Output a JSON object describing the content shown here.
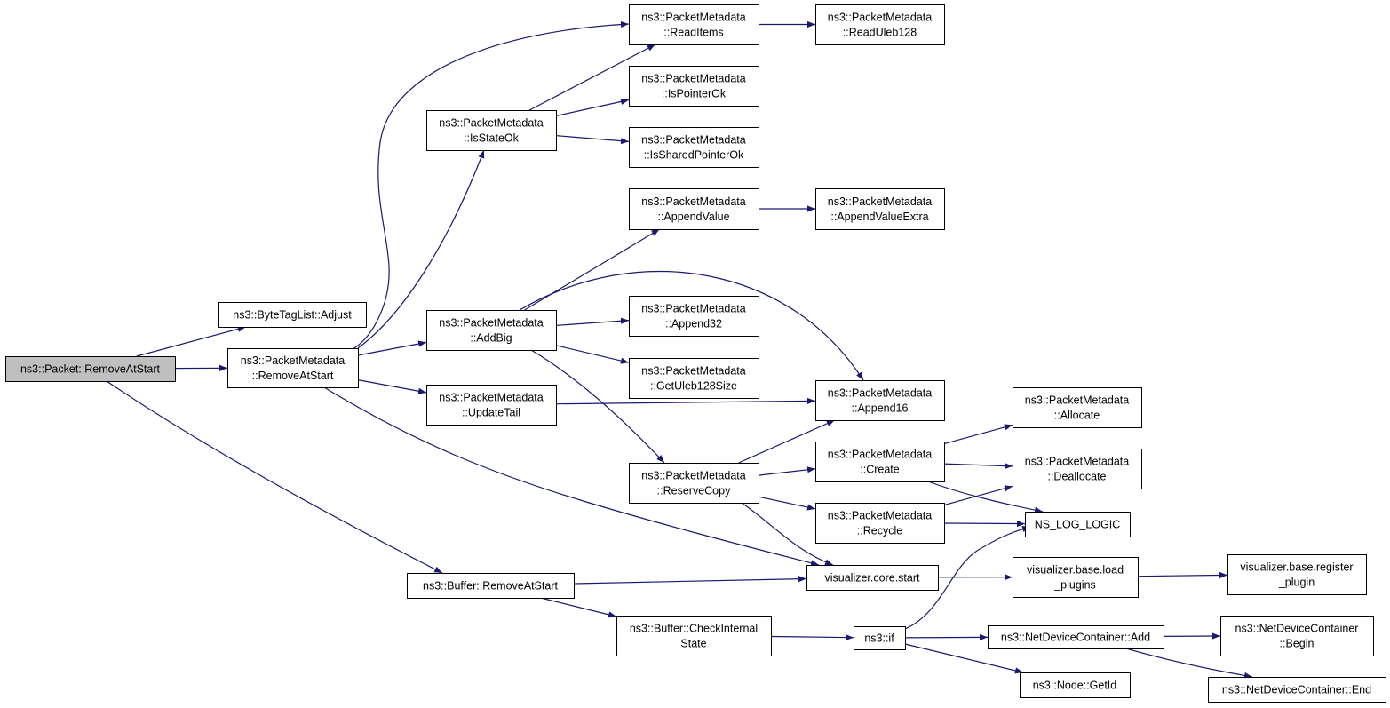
{
  "colors": {
    "edge": "#191970",
    "node_border": "#000000",
    "root_fill": "#bfbfbf",
    "node_fill": "#ffffff"
  },
  "nodes": {
    "removeAtStart": {
      "lines": [
        "ns3::Packet::RemoveAtStart"
      ],
      "root": true
    },
    "byteTagAdjust": {
      "lines": [
        "ns3::ByteTagList::Adjust"
      ]
    },
    "pmRemoveAtStart": {
      "lines": [
        "ns3::PacketMetadata",
        "::RemoveAtStart"
      ]
    },
    "bufRemoveAtStart": {
      "lines": [
        "ns3::Buffer::RemoveAtStart"
      ]
    },
    "isStateOk": {
      "lines": [
        "ns3::PacketMetadata",
        "::IsStateOk"
      ]
    },
    "addBig": {
      "lines": [
        "ns3::PacketMetadata",
        "::AddBig"
      ]
    },
    "updateTail": {
      "lines": [
        "ns3::PacketMetadata",
        "::UpdateTail"
      ]
    },
    "readItems": {
      "lines": [
        "ns3::PacketMetadata",
        "::ReadItems"
      ]
    },
    "isPointerOk": {
      "lines": [
        "ns3::PacketMetadata",
        "::IsPointerOk"
      ]
    },
    "isSharedPointerOk": {
      "lines": [
        "ns3::PacketMetadata",
        "::IsSharedPointerOk"
      ]
    },
    "appendValue": {
      "lines": [
        "ns3::PacketMetadata",
        "::AppendValue"
      ]
    },
    "append32": {
      "lines": [
        "ns3::PacketMetadata",
        "::Append32"
      ]
    },
    "getUleb128Size": {
      "lines": [
        "ns3::PacketMetadata",
        "::GetUleb128Size"
      ]
    },
    "reserveCopy": {
      "lines": [
        "ns3::PacketMetadata",
        "::ReserveCopy"
      ]
    },
    "checkInternalState": {
      "lines": [
        "ns3::Buffer::CheckInternal",
        "State"
      ]
    },
    "readUleb128": {
      "lines": [
        "ns3::PacketMetadata",
        "::ReadUleb128"
      ]
    },
    "appendValueExtra": {
      "lines": [
        "ns3::PacketMetadata",
        "::AppendValueExtra"
      ]
    },
    "append16": {
      "lines": [
        "ns3::PacketMetadata",
        "::Append16"
      ]
    },
    "create": {
      "lines": [
        "ns3::PacketMetadata",
        "::Create"
      ]
    },
    "recycle": {
      "lines": [
        "ns3::PacketMetadata",
        "::Recycle"
      ]
    },
    "vizCoreStart": {
      "lines": [
        "visualizer.core.start"
      ]
    },
    "ns3If": {
      "lines": [
        "ns3::if"
      ]
    },
    "allocate": {
      "lines": [
        "ns3::PacketMetadata",
        "::Allocate"
      ]
    },
    "deallocate": {
      "lines": [
        "ns3::PacketMetadata",
        "::Deallocate"
      ]
    },
    "nsLogLogic": {
      "lines": [
        "NS_LOG_LOGIC"
      ]
    },
    "vizLoadPlugins": {
      "lines": [
        "visualizer.base.load",
        "_plugins"
      ]
    },
    "ndcAdd": {
      "lines": [
        "ns3::NetDeviceContainer::Add"
      ]
    },
    "nodeGetId": {
      "lines": [
        "ns3::Node::GetId"
      ]
    },
    "vizRegisterPlugin": {
      "lines": [
        "visualizer.base.register",
        "_plugin"
      ]
    },
    "ndcBegin": {
      "lines": [
        "ns3::NetDeviceContainer",
        "::Begin"
      ]
    },
    "ndcEnd": {
      "lines": [
        "ns3::NetDeviceContainer::End"
      ]
    }
  },
  "edges": [
    [
      "removeAtStart",
      "byteTagAdjust"
    ],
    [
      "removeAtStart",
      "pmRemoveAtStart"
    ],
    [
      "removeAtStart",
      "bufRemoveAtStart"
    ],
    [
      "pmRemoveAtStart",
      "readItems"
    ],
    [
      "pmRemoveAtStart",
      "isStateOk"
    ],
    [
      "pmRemoveAtStart",
      "addBig"
    ],
    [
      "pmRemoveAtStart",
      "updateTail"
    ],
    [
      "pmRemoveAtStart",
      "vizCoreStart"
    ],
    [
      "isStateOk",
      "readItems"
    ],
    [
      "isStateOk",
      "isPointerOk"
    ],
    [
      "isStateOk",
      "isSharedPointerOk"
    ],
    [
      "readItems",
      "readUleb128"
    ],
    [
      "addBig",
      "appendValue"
    ],
    [
      "addBig",
      "append16"
    ],
    [
      "addBig",
      "append32"
    ],
    [
      "addBig",
      "getUleb128Size"
    ],
    [
      "addBig",
      "reserveCopy"
    ],
    [
      "appendValue",
      "appendValueExtra"
    ],
    [
      "updateTail",
      "append16"
    ],
    [
      "reserveCopy",
      "append16"
    ],
    [
      "reserveCopy",
      "create"
    ],
    [
      "reserveCopy",
      "recycle"
    ],
    [
      "reserveCopy",
      "vizCoreStart"
    ],
    [
      "create",
      "allocate"
    ],
    [
      "create",
      "deallocate"
    ],
    [
      "create",
      "nsLogLogic"
    ],
    [
      "recycle",
      "deallocate"
    ],
    [
      "recycle",
      "nsLogLogic"
    ],
    [
      "bufRemoveAtStart",
      "vizCoreStart"
    ],
    [
      "bufRemoveAtStart",
      "checkInternalState"
    ],
    [
      "vizCoreStart",
      "vizLoadPlugins"
    ],
    [
      "vizLoadPlugins",
      "vizRegisterPlugin"
    ],
    [
      "checkInternalState",
      "ns3If"
    ],
    [
      "ns3If",
      "nsLogLogic"
    ],
    [
      "ns3If",
      "ndcAdd"
    ],
    [
      "ns3If",
      "nodeGetId"
    ],
    [
      "ndcAdd",
      "ndcBegin"
    ],
    [
      "ndcAdd",
      "ndcEnd"
    ]
  ]
}
